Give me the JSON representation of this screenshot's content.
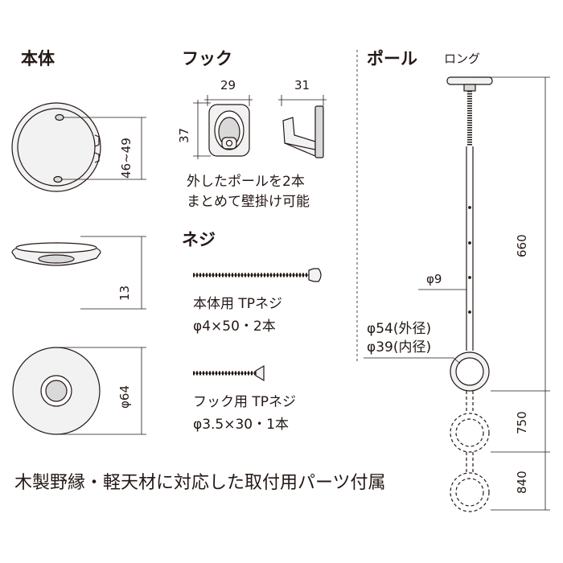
{
  "sections": {
    "body": "本体",
    "hook": "フック",
    "screw": "ネジ",
    "pole": "ポール"
  },
  "pole_variant": "ロング",
  "dimensions": {
    "body_hole_pitch": "46~49",
    "body_height": "13",
    "body_diameter": "φ64",
    "hook_width_front": "29",
    "hook_height": "37",
    "hook_width_side": "31",
    "pole_length": "660",
    "pole_diameter": "φ9",
    "ring_outer": "φ54(外径)",
    "ring_inner": "φ39(内径)",
    "extend_1": "750",
    "extend_2": "840"
  },
  "hook_note": [
    "外したポールを2本",
    "まとめて壁掛け可能"
  ],
  "screws": [
    {
      "name": "本体用 TPネジ",
      "spec": "φ4×50・2本"
    },
    {
      "name": "フック用 TPネジ",
      "spec": "φ3.5×30・1本"
    }
  ],
  "footer": "木製野縁・軽天材に対応した取付用パーツ付属",
  "colors": {
    "ink": "#231815",
    "part_fill": "#f2f2f2",
    "part_shade": "#d9d9d9"
  }
}
